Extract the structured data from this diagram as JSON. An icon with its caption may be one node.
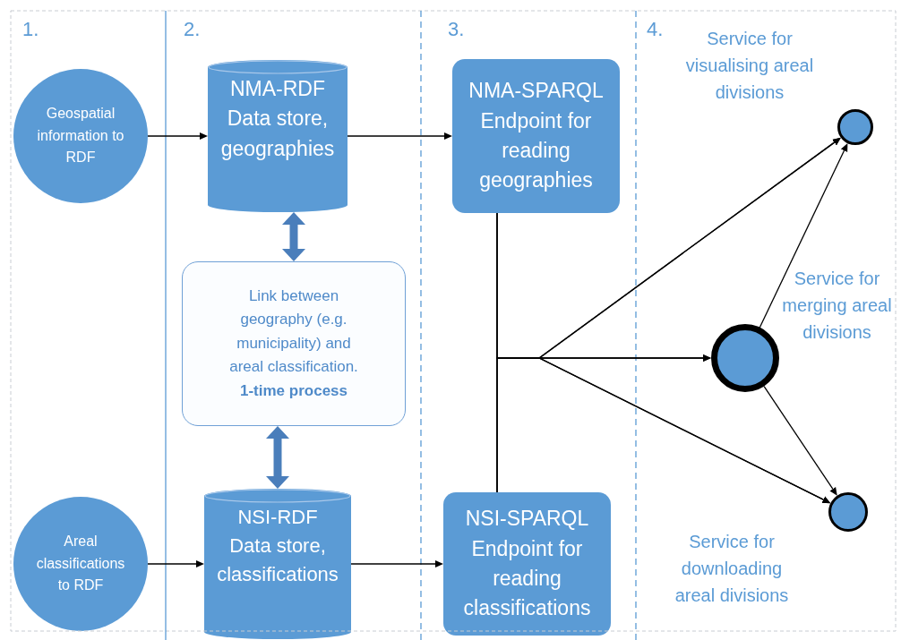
{
  "diagram": {
    "nodes": [
      {
        "text": [
          "Geospatial information to RDF"
        ]
      },
      {
        "text": [
          "NMA-RDF",
          "Data store, geographies"
        ]
      },
      {
        "text": [
          "NMA-SPARQL",
          "Endpoint for reading geographies"
        ]
      },
      {
        "text": [
          "Link between geography (e.g. municipality) and areal classification.",
          "1-time process"
        ]
      },
      {
        "text": [
          "Areal classifications to RDF"
        ]
      },
      {
        "text": [
          "NSI-RDF",
          "Data store, classifications"
        ]
      },
      {
        "text": [
          "NSI-SPARQL",
          "Endpoint for reading classifications"
        ]
      },
      {
        "text": [],
        "shape": "circle",
        "beside": [
          "Service for visualising areal divisions"
        ]
      },
      {
        "text": [],
        "shape": "circle",
        "beside": [
          "Service for merging areal divisions"
        ]
      },
      {
        "text": [],
        "shape": "circle",
        "beside": [
          "Service for downloading areal divisions"
        ]
      }
    ],
    "edges": [
      {
        "from": 0,
        "to": 1,
        "arrow": "to"
      },
      {
        "from": 1,
        "to": 2,
        "arrow": "to"
      },
      {
        "from": 1,
        "to": 3,
        "arrow": "both",
        "style": "thick",
        "color": "#4a7ebb"
      },
      {
        "from": 3,
        "to": 5,
        "arrow": "both",
        "style": "thick",
        "color": "#4a7ebb"
      },
      {
        "from": 4,
        "to": 5,
        "arrow": "to"
      },
      {
        "from": 5,
        "to": 6,
        "arrow": "to"
      },
      {
        "from": 2,
        "to": 7,
        "arrow": "to"
      },
      {
        "from": 2,
        "to": 8,
        "arrow": "to"
      },
      {
        "from": 2,
        "to": 9,
        "arrow": "to"
      },
      {
        "from": 6,
        "to": 7,
        "arrow": "to"
      },
      {
        "from": 6,
        "to": 8,
        "arrow": "to"
      },
      {
        "from": 6,
        "to": 9,
        "arrow": "to"
      },
      {
        "from": 8,
        "to": 7,
        "arrow": "to"
      },
      {
        "from": 8,
        "to": 9,
        "arrow": "to"
      }
    ],
    "labels": [
      "1.",
      "2.",
      "3.",
      "4."
    ]
  }
}
